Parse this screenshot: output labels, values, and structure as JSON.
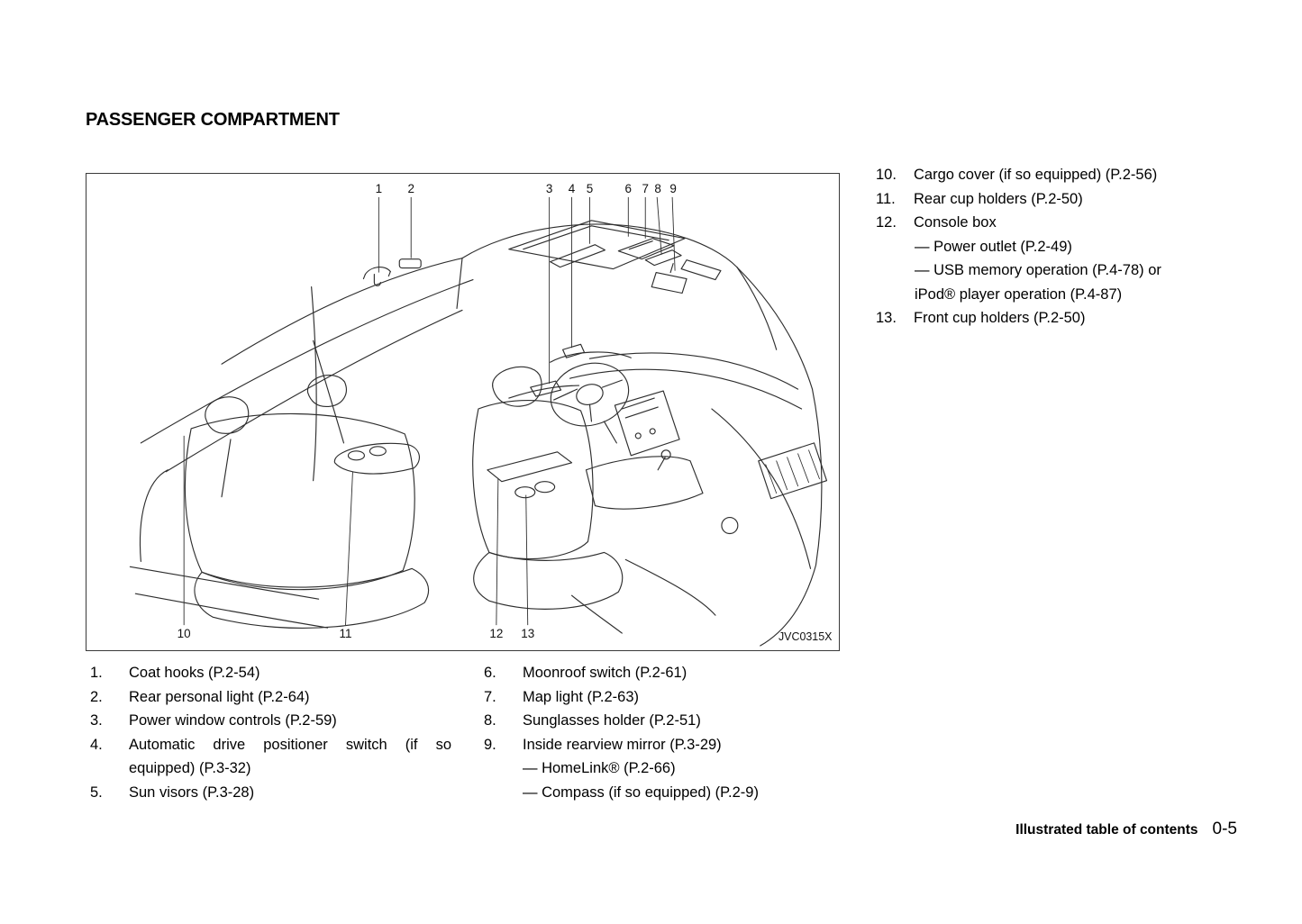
{
  "page": {
    "title": "PASSENGER COMPARTMENT",
    "footer": {
      "section": "Illustrated table of contents",
      "page_number": "0-5"
    }
  },
  "figure": {
    "image_code": "JVC0315X",
    "callouts_top": [
      "1",
      "2",
      "3",
      "4",
      "5",
      "6",
      "7",
      "8",
      "9"
    ],
    "callouts_bottom": [
      "10",
      "11",
      "12",
      "13"
    ]
  },
  "legend": {
    "left": [
      {
        "num": "1.",
        "text": "Coat hooks (P.2-54)"
      },
      {
        "num": "2.",
        "text": "Rear personal light (P.2-64)"
      },
      {
        "num": "3.",
        "text": "Power window controls (P.2-59)"
      },
      {
        "num": "4.",
        "text": "Automatic drive positioner switch (if so equipped) (P.3-32)"
      },
      {
        "num": "5.",
        "text": "Sun visors (P.3-28)"
      }
    ],
    "middle": [
      {
        "num": "6.",
        "text": "Moonroof switch (P.2-61)"
      },
      {
        "num": "7.",
        "text": "Map light (P.2-63)"
      },
      {
        "num": "8.",
        "text": "Sunglasses holder (P.2-51)"
      },
      {
        "num": "9.",
        "text": "Inside rearview mirror (P.3-29)",
        "subs": [
          "— HomeLink® (P.2-66)",
          "— Compass (if so equipped) (P.2-9)"
        ]
      }
    ],
    "right": [
      {
        "num": "10.",
        "text": "Cargo cover (if so equipped) (P.2-56)"
      },
      {
        "num": "11.",
        "text": "Rear cup holders (P.2-50)"
      },
      {
        "num": "12.",
        "text": "Console box",
        "subs": [
          "— Power outlet (P.2-49)",
          "— USB memory operation (P.4-78) or iPod® player operation (P.4-87)"
        ]
      },
      {
        "num": "13.",
        "text": "Front cup holders (P.2-50)"
      }
    ]
  }
}
